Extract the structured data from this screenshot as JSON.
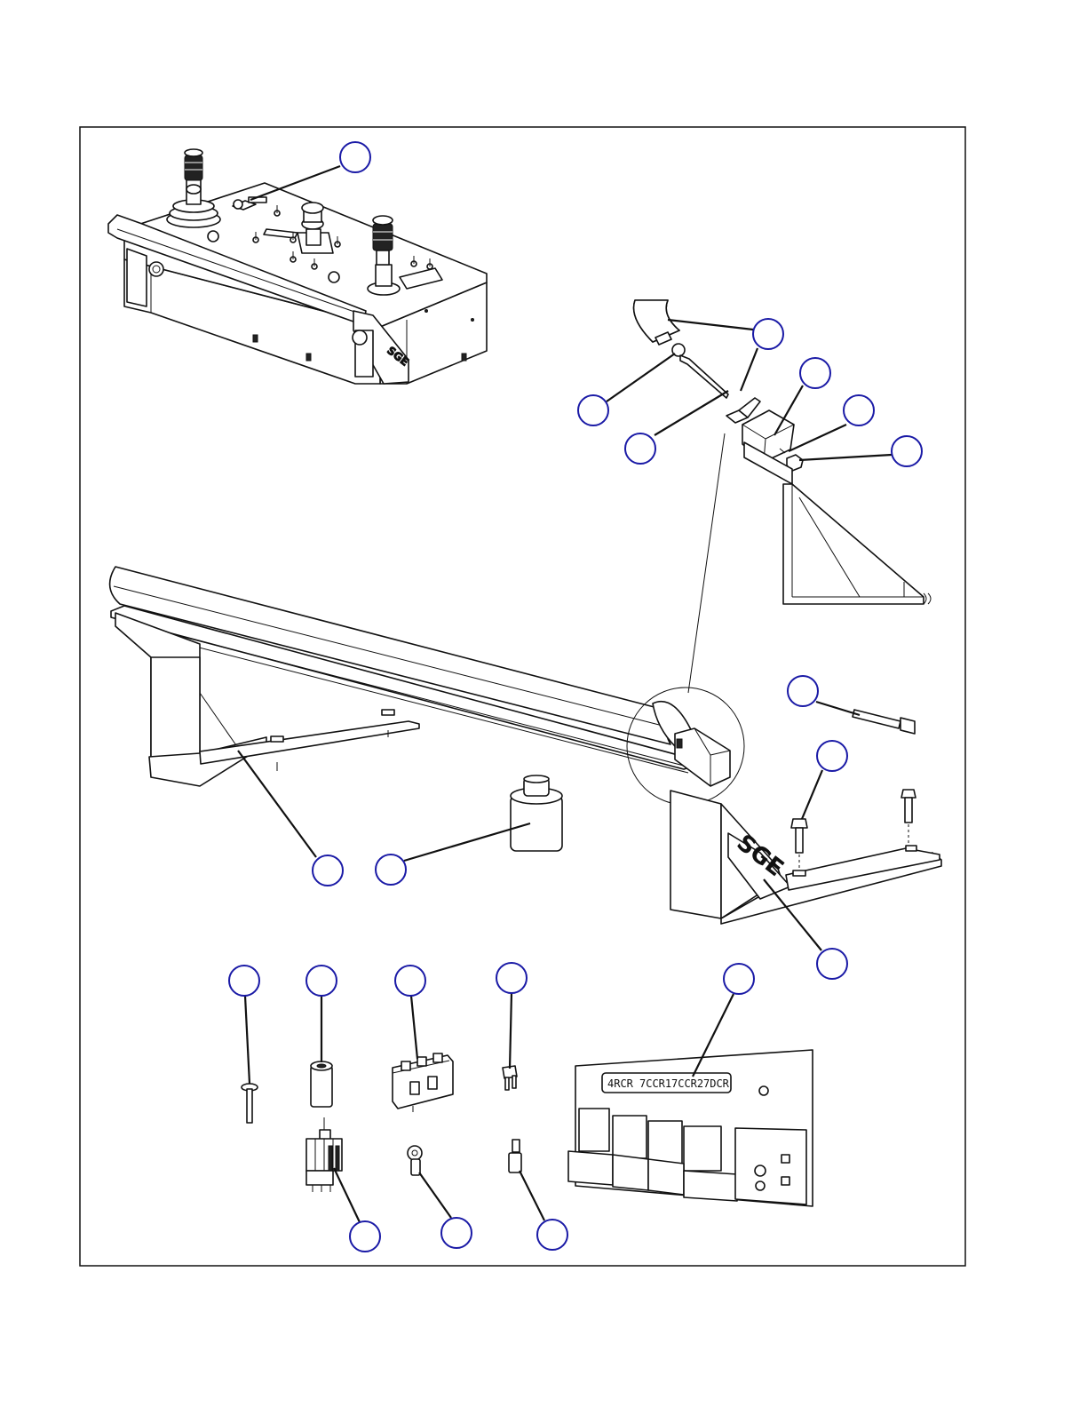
{
  "colors": {
    "line": "#111111",
    "balloon_stroke": "#1a1aa6",
    "background": "#ffffff"
  },
  "logo_text": "SGE",
  "relay_labels": [
    "4RCR",
    "7CCR1",
    "7CCR2",
    "7DCR"
  ],
  "callouts": [
    {
      "id": "callout-control-box"
    },
    {
      "id": "callout-guard-cap"
    },
    {
      "id": "callout-guard-pin"
    },
    {
      "id": "callout-guard-rod"
    },
    {
      "id": "callout-guard-bracket"
    },
    {
      "id": "callout-guard-washer"
    },
    {
      "id": "callout-guard-nut"
    },
    {
      "id": "callout-long-bolt"
    },
    {
      "id": "callout-short-bolt"
    },
    {
      "id": "callout-mount-plate"
    },
    {
      "id": "callout-knob"
    },
    {
      "id": "callout-decal"
    },
    {
      "id": "callout-small-screw"
    },
    {
      "id": "callout-switch-boot"
    },
    {
      "id": "callout-circuit-breaker"
    },
    {
      "id": "callout-fuse"
    },
    {
      "id": "callout-relay-panel"
    },
    {
      "id": "callout-toggle-switch"
    },
    {
      "id": "callout-ring-terminal"
    },
    {
      "id": "callout-butt-connector"
    }
  ]
}
